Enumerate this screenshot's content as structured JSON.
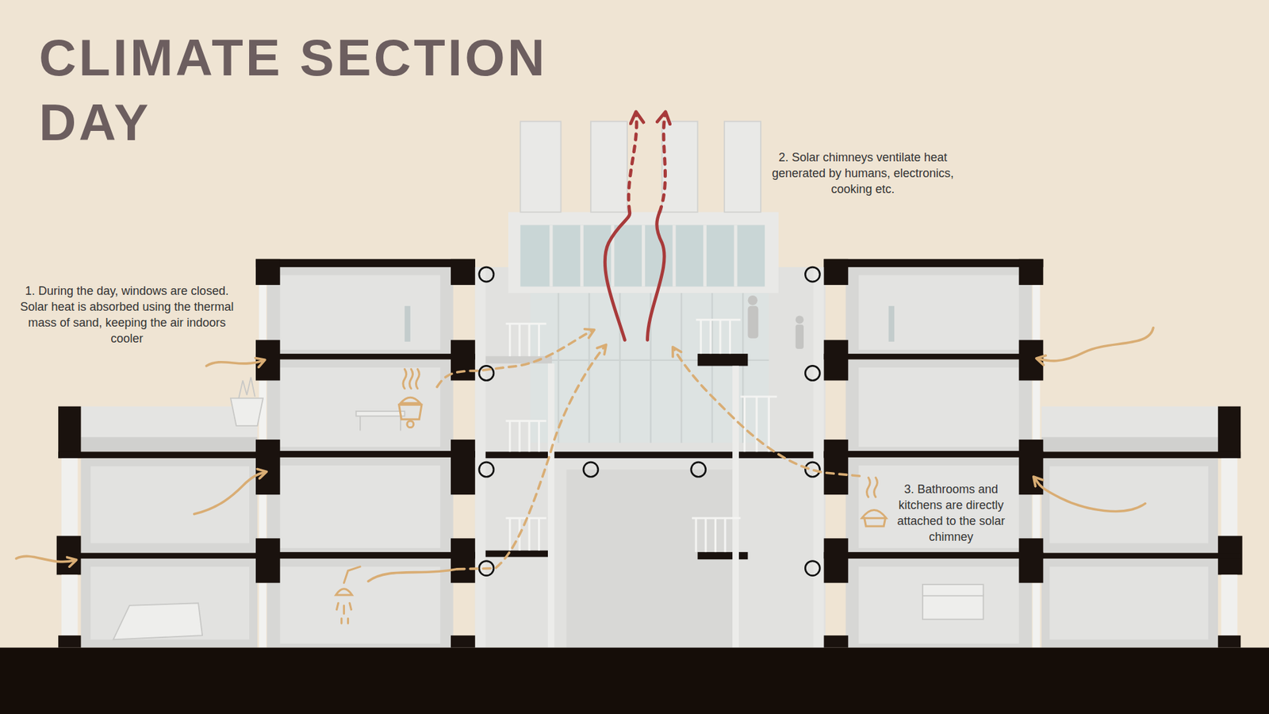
{
  "diagram": {
    "title": "CLIMATE SECTION DAY",
    "labels": [
      "1. During the day, windows are closed. Solar heat is absorbed using the thermal mass of sand, keeping the air indoors cooler",
      "2. Solar chimneys ventilate heat generated by humans, electronics, cooking etc.",
      "3. Bathrooms and kitchens are directly attached to the solar chimney"
    ]
  }
}
